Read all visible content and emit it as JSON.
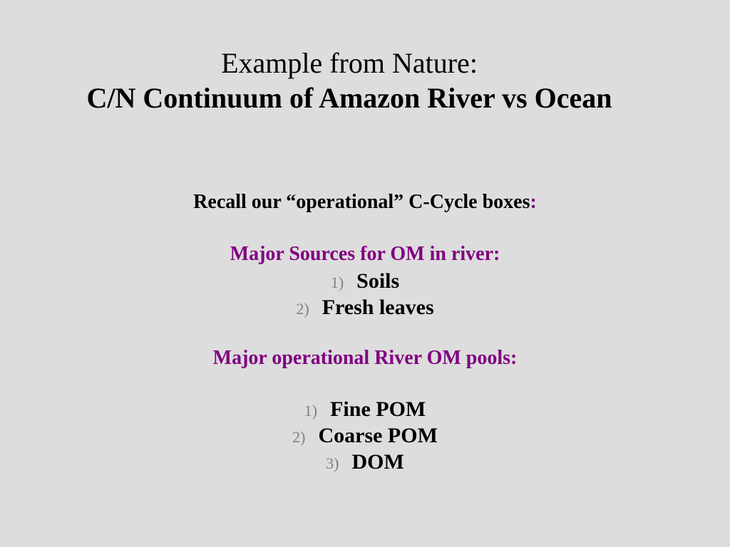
{
  "title": {
    "line1": "Example from Nature:",
    "line2": "C/N Continuum of  Amazon River vs Ocean"
  },
  "recall": {
    "text": "Recall our “operational” C-Cycle boxes",
    "colon": ":"
  },
  "sources": {
    "heading": "Major Sources for OM in river:",
    "items": [
      {
        "num": "1)",
        "label": "Soils"
      },
      {
        "num": "2)",
        "label": "Fresh leaves"
      }
    ]
  },
  "pools": {
    "heading": "Major operational River OM pools:",
    "items": [
      {
        "num": "1)",
        "label": "Fine POM"
      },
      {
        "num": "2)",
        "label": "Coarse POM"
      },
      {
        "num": "3)",
        "label": "DOM"
      }
    ]
  },
  "colors": {
    "background": "#dddddd",
    "accent_purple": "#800080",
    "number_gray": "#808080"
  }
}
